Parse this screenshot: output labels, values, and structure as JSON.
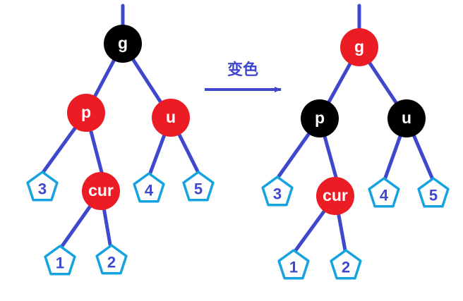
{
  "colors": {
    "edge": "#3f48cc",
    "red_node": "#ec1c24",
    "black_node": "#000000",
    "leaf_border": "#15a3e0",
    "leaf_text": "#3f48cc",
    "node_text": "#ffffff",
    "arrow": "#3f48cc"
  },
  "transform": {
    "label": "变色"
  },
  "trees": [
    {
      "name": "before",
      "nodes": [
        {
          "id": "g",
          "label": "g",
          "color": "black"
        },
        {
          "id": "p",
          "label": "p",
          "color": "red"
        },
        {
          "id": "u",
          "label": "u",
          "color": "red"
        },
        {
          "id": "cur",
          "label": "cur",
          "color": "red"
        }
      ],
      "leaves": [
        {
          "id": "n3",
          "label": "3"
        },
        {
          "id": "n4",
          "label": "4"
        },
        {
          "id": "n5",
          "label": "5"
        },
        {
          "id": "n1",
          "label": "1"
        },
        {
          "id": "n2",
          "label": "2"
        }
      ]
    },
    {
      "name": "after",
      "nodes": [
        {
          "id": "g",
          "label": "g",
          "color": "red"
        },
        {
          "id": "p",
          "label": "p",
          "color": "black"
        },
        {
          "id": "u",
          "label": "u",
          "color": "black"
        },
        {
          "id": "cur",
          "label": "cur",
          "color": "red"
        }
      ],
      "leaves": [
        {
          "id": "n3",
          "label": "3"
        },
        {
          "id": "n4",
          "label": "4"
        },
        {
          "id": "n5",
          "label": "5"
        },
        {
          "id": "n1",
          "label": "1"
        },
        {
          "id": "n2",
          "label": "2"
        }
      ]
    }
  ]
}
